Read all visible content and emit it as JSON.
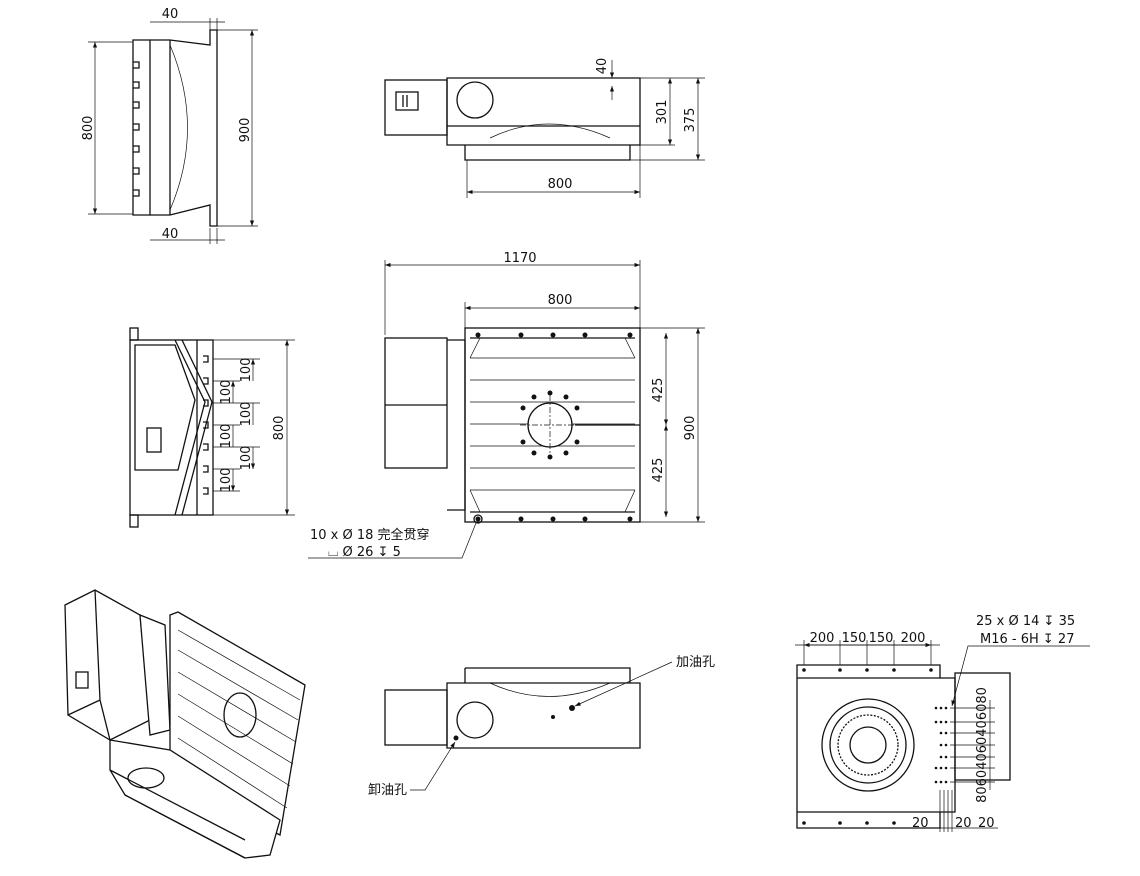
{
  "view_top_left": {
    "dim_top": "40",
    "dim_bottom": "40",
    "dim_height": "800",
    "dim_total": "900"
  },
  "view_top_middle": {
    "dim_40": "40",
    "dim_301": "301",
    "dim_375": "375",
    "dim_width": "800"
  },
  "view_center": {
    "dim_overall": "1170",
    "dim_table": "800",
    "dim_upper": "425",
    "dim_lower": "425",
    "dim_height": "900"
  },
  "view_left_middle": {
    "spacings": [
      "100",
      "100",
      "100",
      "100",
      "100",
      "100"
    ],
    "dim_total": "800"
  },
  "hole_callout": {
    "line1": "10 x Ø 18 完全贯穿",
    "line2": "⌴ Ø 26 ↧ 5"
  },
  "view_bottom_middle": {
    "oil_fill": "加油孔",
    "oil_drain": "卸油孔"
  },
  "view_bottom_right": {
    "top_dims": [
      "200",
      "150",
      "150",
      "200"
    ],
    "callout_line1": "25 x Ø 14 ↧ 35",
    "callout_line2": "M16 - 6H ↧ 27",
    "bottom_dims": [
      "20",
      "20",
      "20"
    ]
  }
}
